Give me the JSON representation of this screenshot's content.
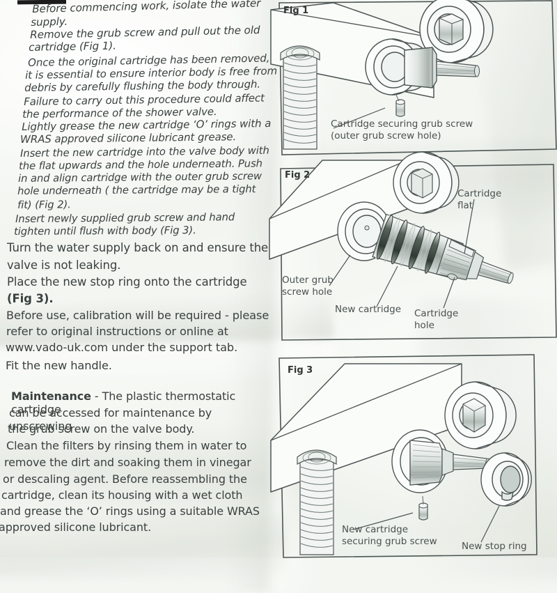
{
  "document": {
    "type": "instruction-leaflet",
    "brand_site": "www.vado-uk.com",
    "paper_color": "#f4f6f2",
    "ink_color": "#3a4140"
  },
  "instructions": {
    "italic_block": [
      "Before commencing work, isolate the water",
      "supply.",
      "Remove the grub screw and pull out the old",
      "cartridge (Fig 1).",
      "Once the original cartridge has been removed,",
      "it is essential to ensure interior body is free from",
      "debris by carefully flushing the body through.",
      "Failure to carry out this procedure could affect",
      "the performance of the shower valve.",
      "Lightly grease the new cartridge ‘O’ rings with a",
      "WRAS approved silicone lubricant grease.",
      "Insert the new cartridge into the valve body with",
      "the flat upwards and the hole underneath. Push",
      "in and align cartridge with the outer grub screw",
      "hole underneath ( the cartridge may be a tight",
      "fit) (Fig 2).",
      "Insert newly supplied grub screw and hand",
      "tighten until flush with body (Fig 3)."
    ],
    "roman_block": [
      "Turn the water supply back on and ensure the",
      "valve is not leaking.",
      "Place the new stop ring onto the cartridge",
      "(Fig 3).",
      "Before use, calibration will be required - please",
      "refer to original instructions or online at",
      "www.vado-uk.com under the support tab.",
      "Fit the new handle."
    ],
    "maintenance_heading": "Maintenance",
    "maintenance_block": [
      "Maintenance - The plastic thermostatic cartridge",
      "can be accessed for maintenance by unscrewing",
      "the grub screw on the valve body.",
      "Clean the filters by rinsing them in water to",
      "remove the dirt and soaking them in vinegar",
      "or descaling agent. Before reassembling the",
      "cartridge, clean its housing with a wet cloth",
      "and grease the ‘O’ rings using a suitable WRAS",
      "approved silicone lubricant."
    ]
  },
  "figures": [
    {
      "id": "fig1",
      "label": "Fig 1",
      "callouts": [
        {
          "id": "grub-screw",
          "lines": [
            "Cartridge securing grub screw",
            "(outer grub screw hole)"
          ]
        }
      ]
    },
    {
      "id": "fig2",
      "label": "Fig 2",
      "callouts": [
        {
          "id": "cartridge-flat",
          "lines": [
            "Cartridge",
            "flat"
          ]
        },
        {
          "id": "outer-grub-screw-hole",
          "lines": [
            "Outer grub",
            "screw hole"
          ]
        },
        {
          "id": "new-cartridge",
          "lines": [
            "New cartridge"
          ]
        },
        {
          "id": "cartridge-hole",
          "lines": [
            "Cartridge",
            "hole"
          ]
        }
      ]
    },
    {
      "id": "fig3",
      "label": "Fig 3",
      "callouts": [
        {
          "id": "new-cartridge-grub-screw",
          "lines": [
            "New cartridge",
            "securing grub screw"
          ]
        },
        {
          "id": "new-stop-ring",
          "lines": [
            "New stop ring"
          ]
        }
      ]
    }
  ]
}
